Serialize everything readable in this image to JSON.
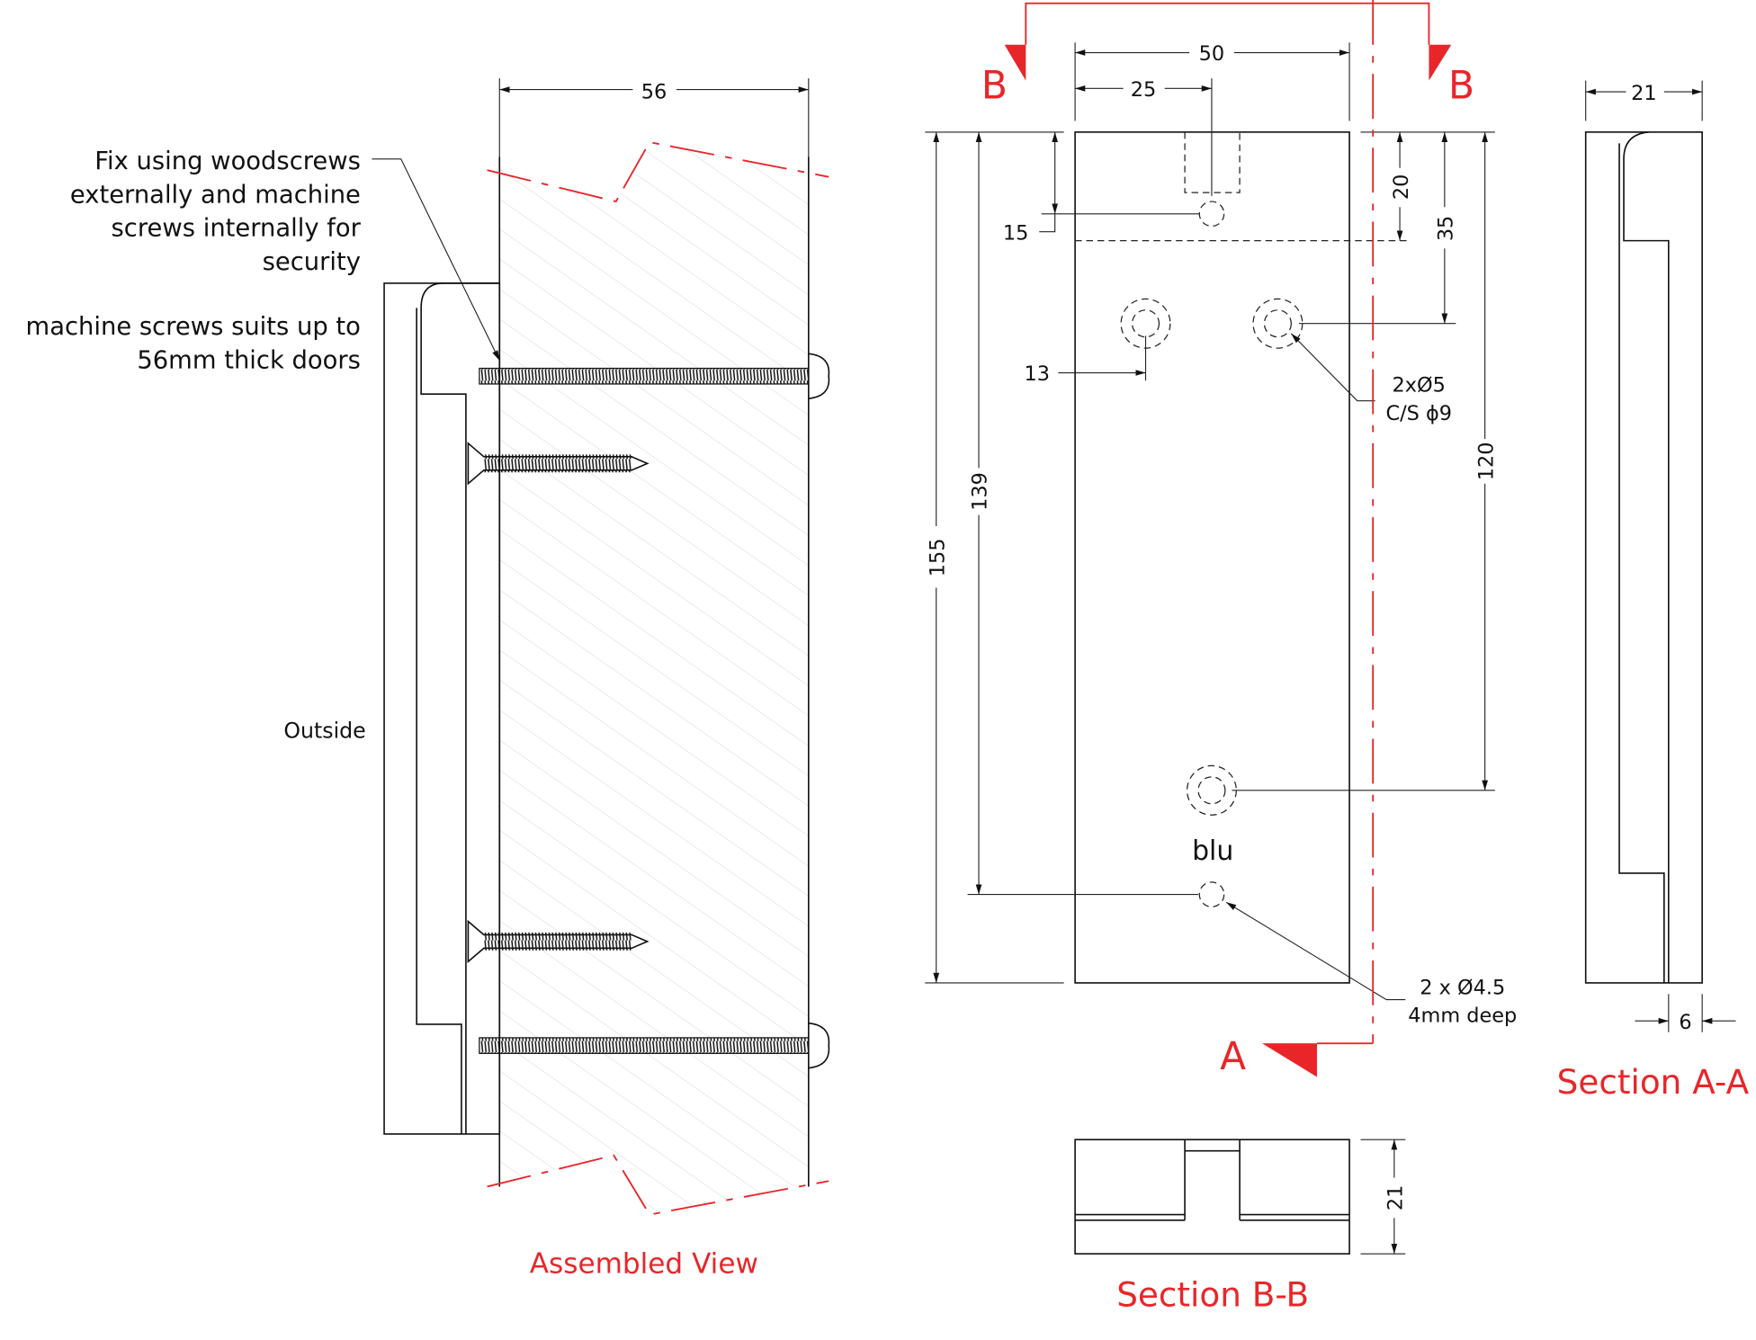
{
  "assembled": {
    "note_lines": [
      "Fix using woodscrews",
      "externally and machine",
      "screws internally for",
      "security"
    ],
    "note2_lines": [
      "machine screws suits up to",
      "56mm thick doors"
    ],
    "outside_label": "Outside",
    "door_width_dim": "56",
    "title": "Assembled View"
  },
  "front_view": {
    "dims": {
      "width": "50",
      "half_width": "25",
      "overall_height": "155",
      "hole_spacing": "139",
      "top_hole": "15",
      "hole_inset": "13",
      "slot_depth": "20",
      "first_hole": "35",
      "hole_pitch": "120"
    },
    "brand": "blu",
    "callout_cs": [
      "2xØ5",
      "C/S ϕ9"
    ],
    "callout_blind": [
      "2 x Ø4.5",
      "4mm deep"
    ],
    "section_markers": {
      "b_left": "B",
      "b_right": "B",
      "a": "A"
    }
  },
  "section_aa": {
    "title": "Section A-A",
    "depth_dim": "21",
    "lip_dim": "6"
  },
  "section_bb": {
    "title": "Section B-B",
    "depth_dim": "21"
  },
  "colors": {
    "accent_red": "#e8262a"
  }
}
